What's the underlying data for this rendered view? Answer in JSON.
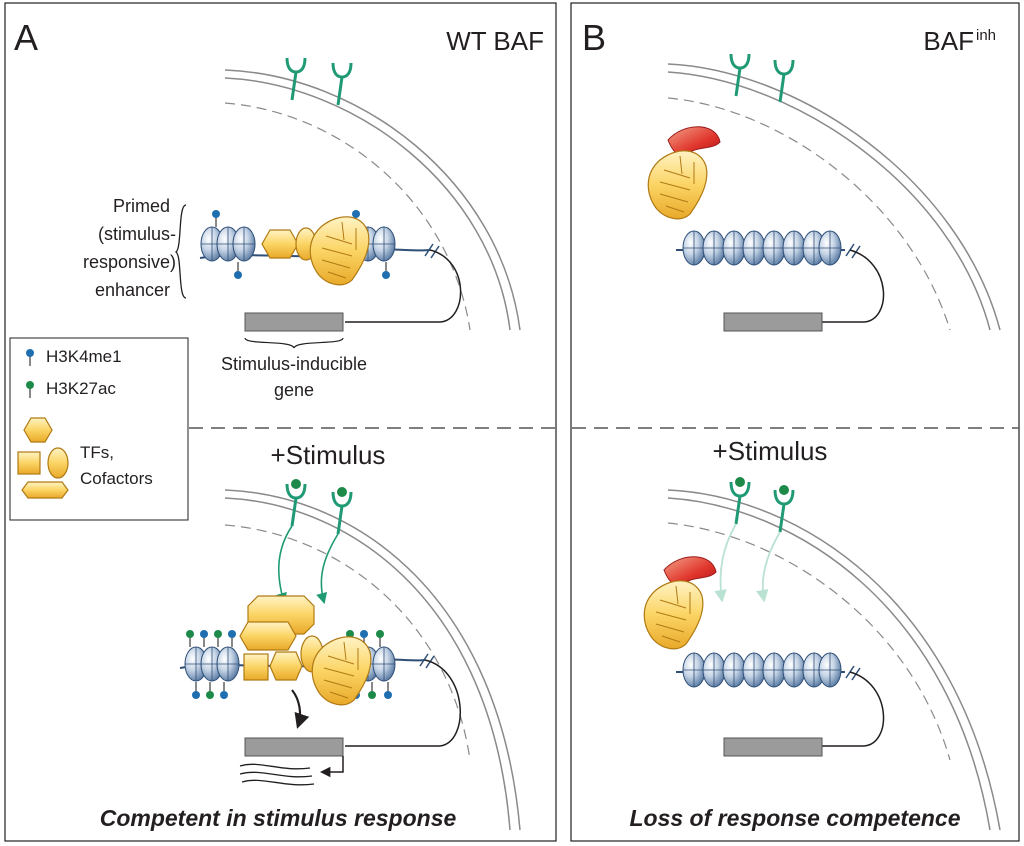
{
  "panels": [
    {
      "letter": "A",
      "title": "WT BAF",
      "enhancer_label": [
        "Primed",
        "(stimulus-",
        "responsive)",
        "enhancer"
      ],
      "gene_label": [
        "Stimulus-inducible",
        "gene"
      ],
      "stimulus_label": "+Stimulus",
      "caption": "Competent in stimulus response"
    },
    {
      "letter": "B",
      "title_main": "BAF",
      "title_sup": "inh",
      "stimulus_label": "+Stimulus",
      "caption": "Loss of response competence"
    }
  ],
  "legend": {
    "items": [
      {
        "label": "H3K4me1",
        "color": "#1f6fb0"
      },
      {
        "label": "H3K27ac",
        "color": "#1e8a4a"
      }
    ],
    "shapes_label": [
      "TFs,",
      "Cofactors"
    ]
  },
  "colors": {
    "receptor": "#1f9a75",
    "tf_fill": "#f8d36a",
    "tf_stroke": "#c8921a",
    "nucleosome": "#6f8fb5",
    "gene": "#9b9b9b",
    "inhibitor": "#d9262a",
    "membrane": "#8a8a8a"
  }
}
